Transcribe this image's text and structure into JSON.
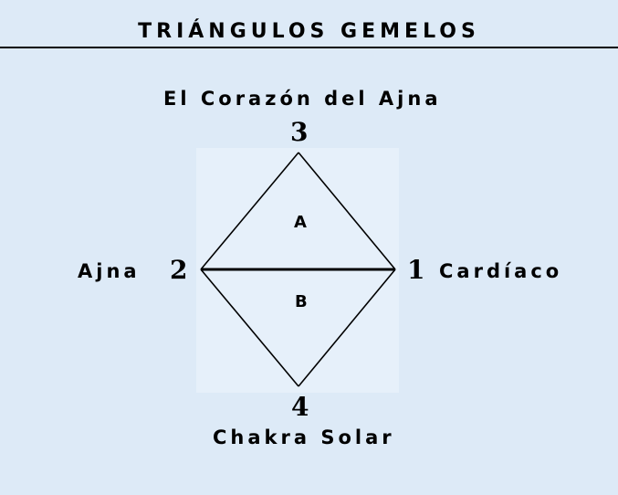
{
  "title": "TRIÁNGULOS GEMELOS",
  "nodes": {
    "top": {
      "number": "3",
      "label": "El Corazón del Ajna"
    },
    "left": {
      "number": "2",
      "label": "Ajna"
    },
    "right": {
      "number": "1",
      "label": "Cardíaco"
    },
    "bottom": {
      "number": "4",
      "label": "Chakra Solar"
    }
  },
  "regions": {
    "upper": "A",
    "lower": "B"
  },
  "colors": {
    "background": "#ddeaf7",
    "inner_panel": "#e6f0fa",
    "ink": "#000000"
  }
}
